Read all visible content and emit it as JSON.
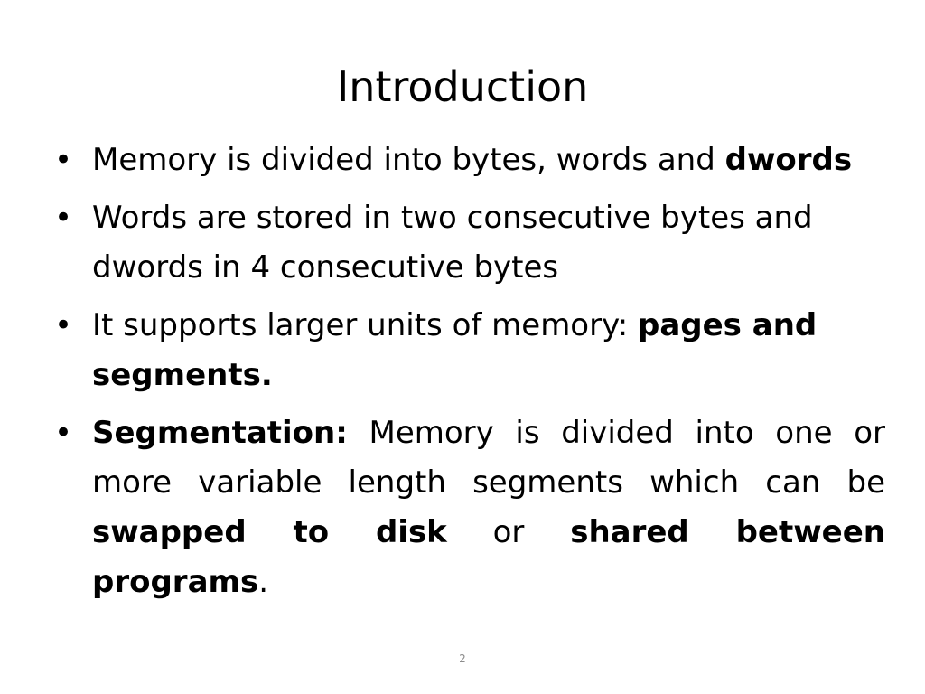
{
  "slide": {
    "title": "Introduction",
    "page_number": "2",
    "bullet_glyph": "•",
    "bullets": [
      {
        "p1": "Memory is divided into bytes, words and ",
        "b1": "dwords"
      },
      {
        "p1": "Words are stored in two consecutive bytes and dwords in 4 consecutive bytes"
      },
      {
        "p1": "It supports larger units of memory: ",
        "b1": "pages and segments."
      },
      {
        "b1": "Segmentation:",
        "p1": " Memory is divided into one or more variable length segments which can be ",
        "b2": "swapped to disk",
        "p2": " or ",
        "b3": "shared between programs",
        "p3": "."
      }
    ]
  }
}
